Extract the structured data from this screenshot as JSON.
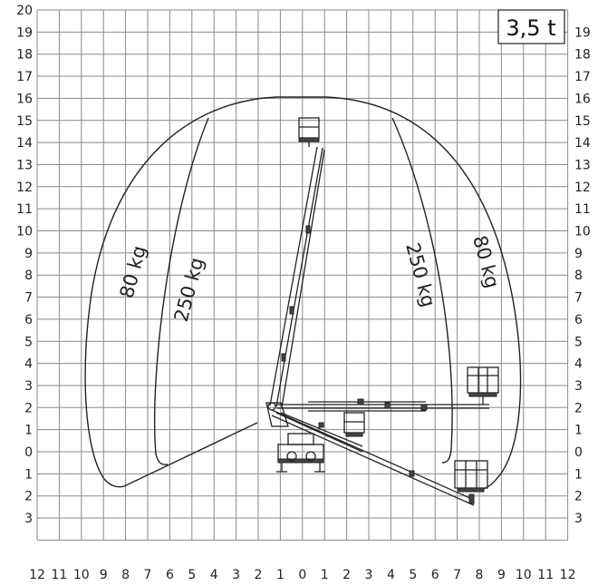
{
  "capacity_label": "3,5 t",
  "zones": {
    "outer_left": "80 kg",
    "inner_left": "250 kg",
    "inner_right": "250 kg",
    "outer_right": "80 kg"
  },
  "y_ticks_left": [
    "20",
    "19",
    "18",
    "17",
    "16",
    "15",
    "14",
    "13",
    "12",
    "11",
    "10",
    "9",
    "8",
    "7",
    "6",
    "5",
    "4",
    "3",
    "2",
    "1",
    "0",
    "1",
    "2",
    "3"
  ],
  "y_ticks_right": [
    "19",
    "18",
    "17",
    "16",
    "15",
    "14",
    "13",
    "12",
    "11",
    "10",
    "9",
    "8",
    "7",
    "6",
    "5",
    "4",
    "3",
    "2",
    "1",
    "0",
    "1",
    "2",
    "3"
  ],
  "x_ticks": [
    "12",
    "11",
    "10",
    "9",
    "8",
    "7",
    "6",
    "5",
    "4",
    "3",
    "2",
    "1",
    "0",
    "1",
    "2",
    "3",
    "4",
    "5",
    "6",
    "7",
    "8",
    "9",
    "10",
    "11",
    "12"
  ],
  "colors": {
    "grid": "#8a8a8a",
    "line": "#222222"
  }
}
